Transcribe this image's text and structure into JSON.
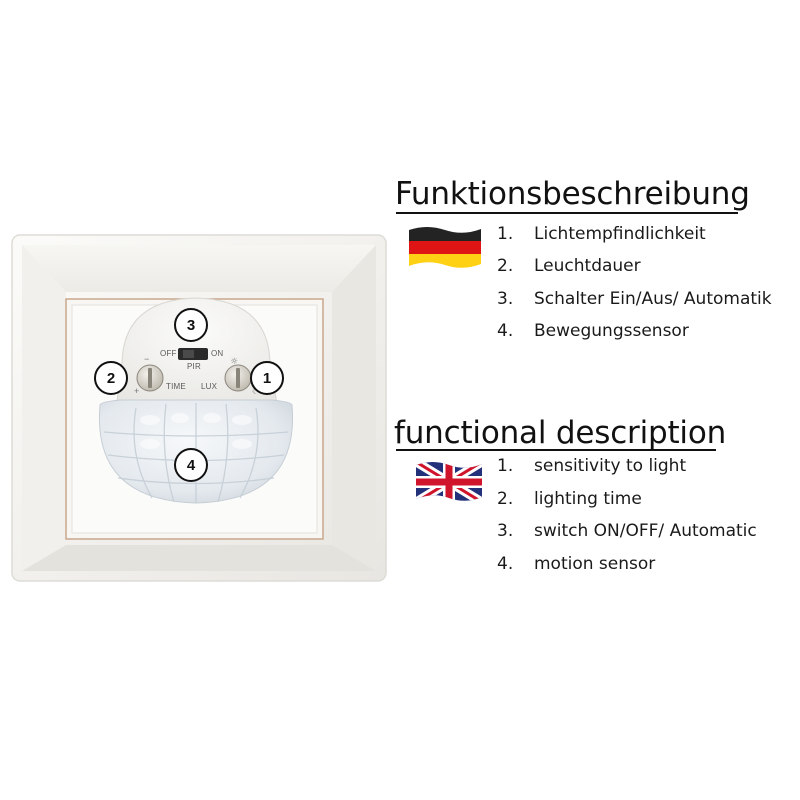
{
  "device": {
    "callouts": [
      "3",
      "2",
      "1",
      "4"
    ],
    "labels": {
      "off": "OFF",
      "on": "ON",
      "pir": "PIR",
      "time": "TIME",
      "lux": "LUX"
    }
  },
  "german": {
    "heading": "Funktionsbeschreibung",
    "flag_icon": "germany-flag-icon",
    "items": [
      {
        "num": "1.",
        "text": "Lichtempfindlichkeit"
      },
      {
        "num": "2.",
        "text": "Leuchtdauer"
      },
      {
        "num": "3.",
        "text": "Schalter Ein/Aus/ Automatik"
      },
      {
        "num": "4.",
        "text": "Bewegungssensor"
      }
    ]
  },
  "english": {
    "heading": "functional description",
    "flag_icon": "united-kingdom-flag-icon",
    "items": [
      {
        "num": "1.",
        "text": "sensitivity to light"
      },
      {
        "num": "2.",
        "text": "lighting time"
      },
      {
        "num": "3.",
        "text": "switch ON/OFF/ Automatic"
      },
      {
        "num": "4.",
        "text": "motion sensor"
      }
    ]
  },
  "colors": {
    "frame": "#f4f3f0",
    "frame_edge": "#dcdad5",
    "inner_border": "#c8a98e",
    "sensor_dome": "#e9eef2",
    "flag_black": "#111111",
    "flag_red": "#dd0000",
    "flag_gold": "#ffce00",
    "uk_blue": "#23307a",
    "uk_red": "#cf142b"
  }
}
